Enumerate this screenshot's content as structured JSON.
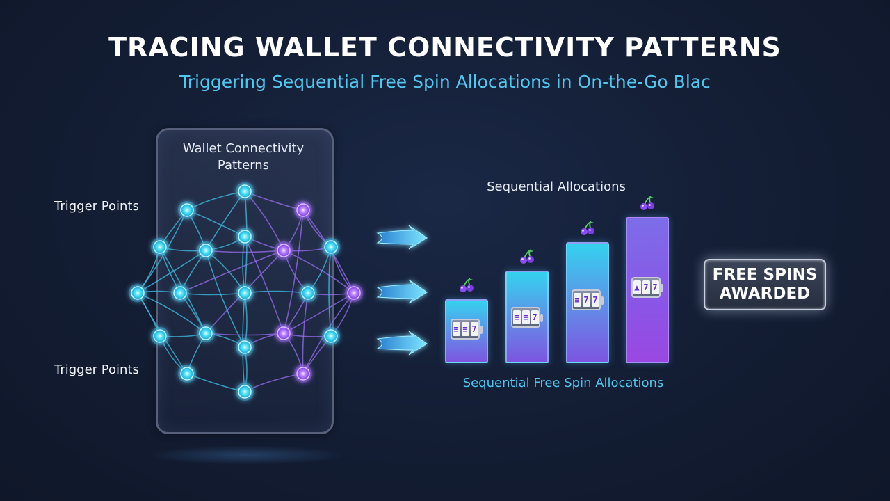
{
  "header": {
    "title": "TRACING WALLET CONNECTIVITY PATTERNS",
    "subtitle": "Triggering Sequential Free Spin Allocations in On-the-Go Blac"
  },
  "network": {
    "panel_label": "Wallet Connectivity Patterns",
    "trigger_top": "Trigger Points",
    "trigger_bottom": "Trigger Points"
  },
  "allocations": {
    "top_label": "Sequential Allocations",
    "bottom_label": "Sequential Free Spin Allocations",
    "bars": [
      {
        "reels": [
          "≡",
          "≡",
          "7"
        ]
      },
      {
        "reels": [
          "≡",
          "≡",
          "7"
        ]
      },
      {
        "reels": [
          "≡",
          "7",
          "7"
        ]
      },
      {
        "reels": [
          "▲",
          "7",
          "7"
        ]
      }
    ]
  },
  "badge": {
    "line1": "FREE SPINS",
    "line2": "AWARDED"
  },
  "colors": {
    "background": "#131d33",
    "cyan": "#3fd6f2",
    "purple": "#a064f0",
    "title": "#ffffff",
    "subtitle": "#53c6f0"
  }
}
